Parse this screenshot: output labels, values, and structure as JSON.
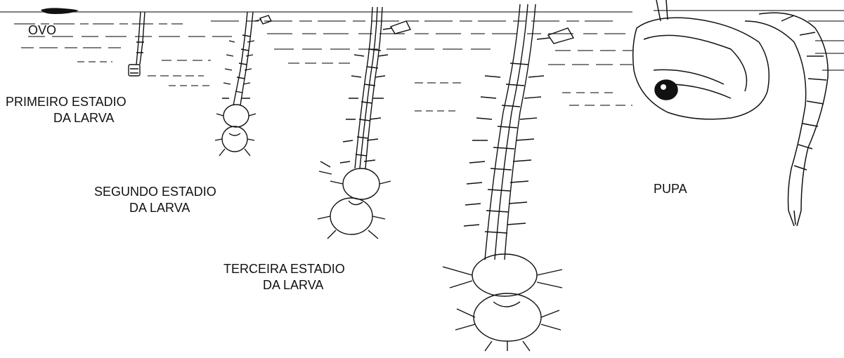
{
  "labels": {
    "egg": "OVO",
    "first_instar": [
      "PRIMEIRO ESTADIO",
      "DA LARVA"
    ],
    "second_instar": [
      "SEGUNDO ESTADIO",
      "DA LARVA"
    ],
    "third_instar": [
      "TERCEIRA ESTADIO",
      "DA LARVA"
    ],
    "pupa": "PUPA"
  },
  "colors": {
    "ink": "#111111",
    "water": "#333333",
    "paper": "#ffffff"
  }
}
